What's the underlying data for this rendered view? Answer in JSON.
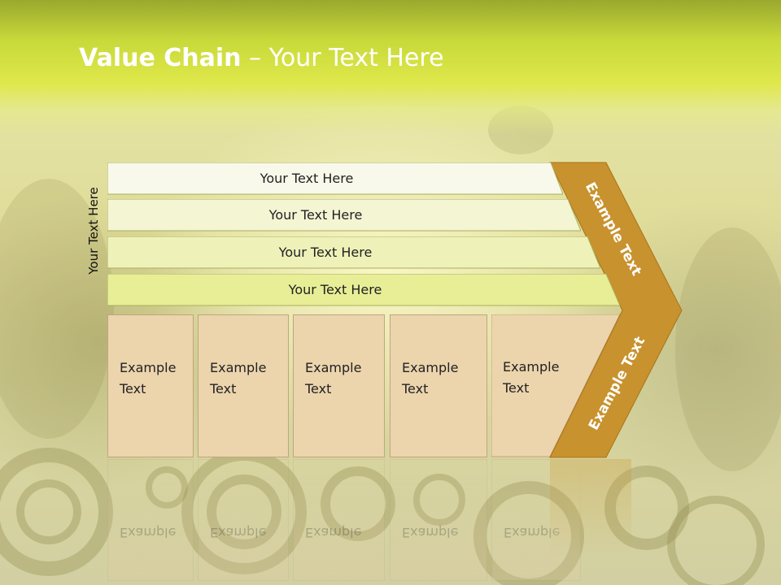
{
  "title": {
    "bold": "Value Chain",
    "rest": " – Your Text Here"
  },
  "side_label": "Your Text Here",
  "rows": [
    {
      "label": "Your Text Here",
      "color": "#f8f9ea"
    },
    {
      "label": "Your Text Here",
      "color": "#f3f5d3"
    },
    {
      "label": "Your Text Here",
      "color": "#eef2b8"
    },
    {
      "label": "Your Text Here",
      "color": "#e7ee96"
    }
  ],
  "boxes": [
    {
      "line1": "Example",
      "line2": "Text"
    },
    {
      "line1": "Example",
      "line2": "Text"
    },
    {
      "line1": "Example",
      "line2": "Text"
    },
    {
      "line1": "Example",
      "line2": "Text"
    },
    {
      "line1": "Example",
      "line2": "Text"
    }
  ],
  "arrow": {
    "top_text": "Example Text",
    "bottom_text": "Example Text",
    "color": "#c8922e"
  },
  "colors": {
    "header": "#dfe84a",
    "box_fill": "#ecd4ad"
  }
}
